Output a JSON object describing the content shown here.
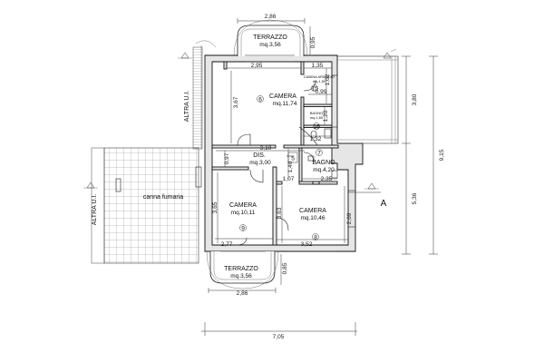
{
  "rooms": {
    "terrazzo_top": {
      "name": "TERRAZZO",
      "area": "mq.3,56"
    },
    "camera6": {
      "name": "CAMERA",
      "area": "mq.11,74",
      "num": "6"
    },
    "cabina": {
      "name": "CABINA ARMADIO",
      "area": "mq.1,59",
      "num": "15"
    },
    "bagno16": {
      "name": "BAGNO",
      "area": "mq.1,60",
      "num": "16"
    },
    "dis": {
      "name": "DIS.",
      "area": "mq.3,00",
      "num": "5"
    },
    "bagno7": {
      "name": "BAGNO",
      "area": "mq.4,20",
      "num": "7"
    },
    "camera9": {
      "name": "CAMERA",
      "area": "mq.10,11",
      "num": "9"
    },
    "camera8": {
      "name": "CAMERA",
      "area": "mq.10,46",
      "num": "8"
    },
    "terrazzo_bottom": {
      "name": "TERRAZZO",
      "area": "mq.3,56"
    }
  },
  "labels": {
    "altra_ui_1": "ALTRA U.I.",
    "altra_ui_2": "ALTRA U.I.",
    "canna_fumaria": "canna fumaria",
    "section_mark": "A"
  },
  "dims": {
    "top_terrazzo_w": "2,86",
    "top_terrazzo_h": "0,95",
    "cam6_w": "2,95",
    "cam6_h": "3,67",
    "cab_w": "1,35",
    "cab_h": "1,02",
    "cab_small": "0,99",
    "bag16_h": "1,20",
    "bag16_w": "1,32",
    "dis_w": "3,10",
    "dis_h": "0,97",
    "dis_vert": "1,40",
    "dis_low": "1,07",
    "bag7_w": "2,35",
    "cam9_h": "3,65",
    "cam9_w": "2,77",
    "cam8_h1": "3,63",
    "cam8_h2": "2,69",
    "cam8_w": "3,52",
    "bottom_terrazzo_h": "0,85",
    "bottom_terrazzo_w": "2,86",
    "total_w": "7,05",
    "right_upper": "3,80",
    "right_total": "9,15",
    "right_lower": "5,36"
  }
}
